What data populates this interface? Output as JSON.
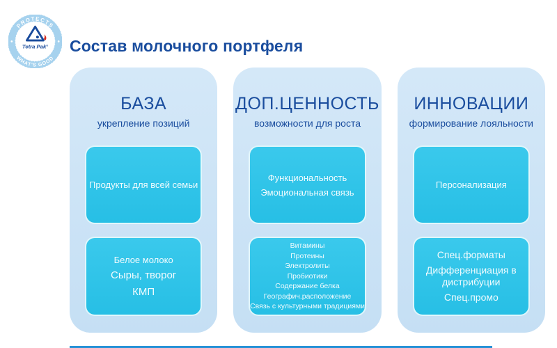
{
  "header": {
    "title": "Состав молочного портфеля"
  },
  "logo": {
    "top_text": "PROTECTS",
    "bottom_text": "WHAT'S GOOD",
    "brand": "Tetra Pak",
    "registered": "®"
  },
  "columns": [
    {
      "heading": "БАЗА",
      "subtitle": "укрепление позиций",
      "cards": [
        {
          "lines": [
            "Продукты для всей семьи"
          ]
        },
        {
          "lines": [
            "Белое молоко",
            "Сыры, творог",
            "КМП"
          ]
        }
      ]
    },
    {
      "heading": "ДОП.ЦЕННОСТЬ",
      "subtitle": "возможности для роста",
      "cards": [
        {
          "lines": [
            "Функциональность",
            "Эмоциональная связь"
          ]
        },
        {
          "lines": [
            "Витамины",
            "Протеины",
            "Электролиты",
            "Пробиотики",
            "Содержание белка",
            "Географич.расположение",
            "Связь с культурными традициями"
          ]
        }
      ]
    },
    {
      "heading": "ИННОВАЦИИ",
      "subtitle": "формирование лояльности",
      "cards": [
        {
          "lines": [
            "Персонализация"
          ]
        },
        {
          "lines": [
            "Спец.форматы",
            "Дифференциация в дистрибуции",
            "Спец.промо"
          ]
        }
      ]
    }
  ],
  "colors": {
    "accent_blue": "#1a4d9e",
    "panel_blue": "#cde4f6",
    "card_cyan": "#2fc3e8",
    "logo_ring_blue": "#a6d2ee",
    "logo_red": "#d42b1e",
    "bottom_rule_blue": "#2792d7"
  }
}
